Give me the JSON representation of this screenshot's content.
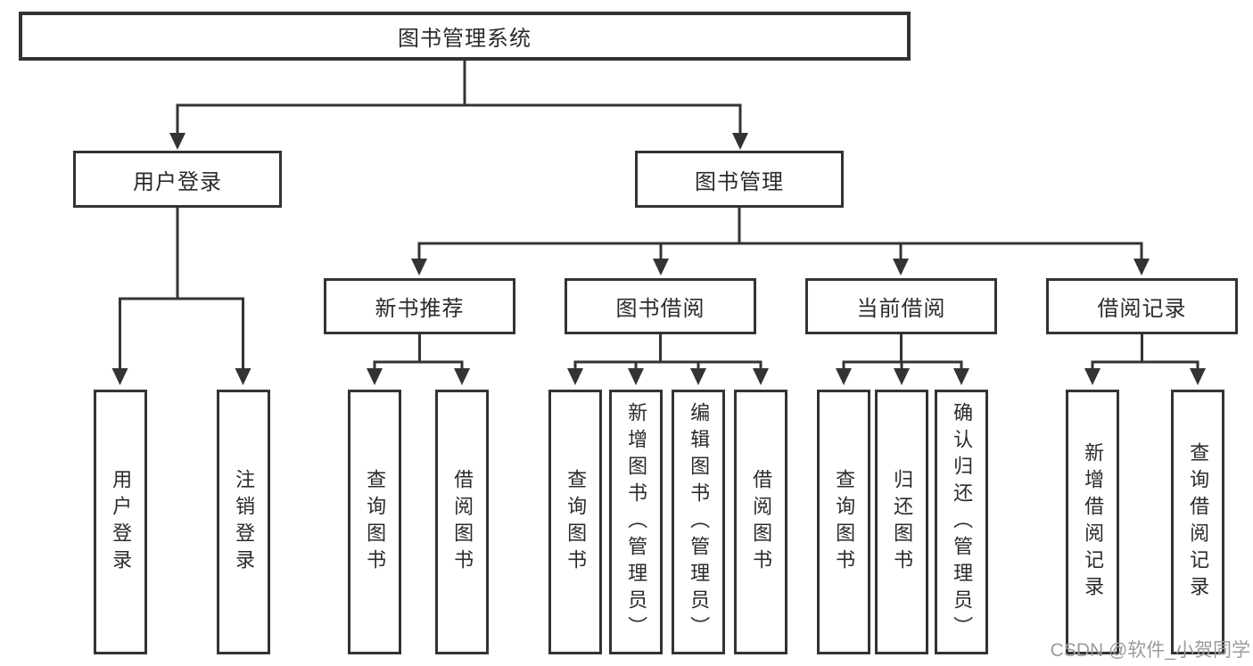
{
  "diagram_title": "图书管理系统",
  "colors": {
    "background": "#ffffff",
    "line": "#333333",
    "box_border": "#333333",
    "box_fill": "#ffffff",
    "text": "#2b2b2b",
    "watermark": "#9b9b9b"
  },
  "tree": {
    "root": {
      "label": "图书管理系统"
    },
    "branches": [
      {
        "label": "用户登录",
        "children": [
          {
            "label": "用户登录"
          },
          {
            "label": "注销登录"
          }
        ]
      },
      {
        "label": "图书管理",
        "children": [
          {
            "label": "新书推荐",
            "children": [
              {
                "label": "查询图书"
              },
              {
                "label": "借阅图书"
              }
            ]
          },
          {
            "label": "图书借阅",
            "children": [
              {
                "label": "查询图书"
              },
              {
                "label": "新增图书（管理员）"
              },
              {
                "label": "编辑图书（管理员）"
              },
              {
                "label": "借阅图书"
              }
            ]
          },
          {
            "label": "当前借阅",
            "children": [
              {
                "label": "查询图书"
              },
              {
                "label": "归还图书"
              },
              {
                "label": "确认归还（管理员）"
              }
            ]
          },
          {
            "label": "借阅记录",
            "children": [
              {
                "label": "新增借阅记录"
              },
              {
                "label": "查询借阅记录"
              }
            ]
          }
        ]
      }
    ]
  },
  "watermark": {
    "text": "CSDN @软件_小贺同学"
  }
}
